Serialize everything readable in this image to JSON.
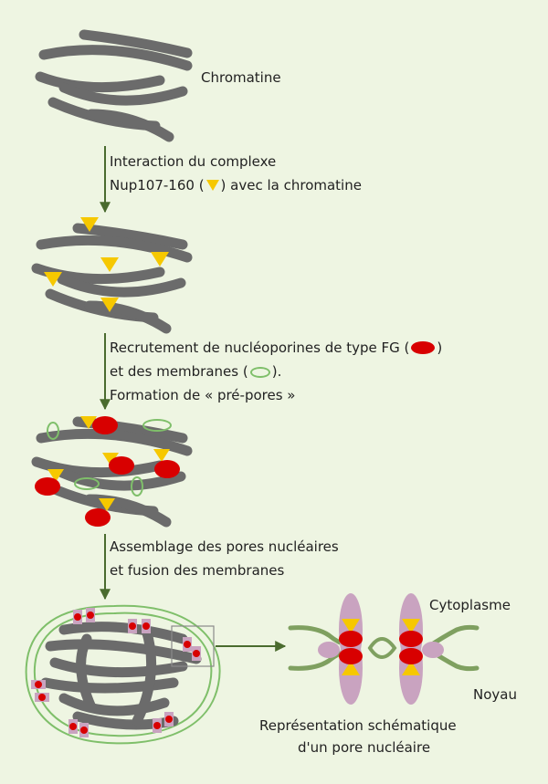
{
  "labels": {
    "chromatine": "Chromatine",
    "step1_line1": "Interaction du complexe",
    "step1_line2_pre": "Nup107-160 (",
    "step1_line2_post": ") avec la chromatine",
    "step2_line1_pre": "Recrutement de nucléoporines de type FG (",
    "step2_line1_post": ")",
    "step2_line2_pre": "et des membranes (",
    "step2_line2_post": ").",
    "step2_line3": "Formation de « pré-pores »",
    "step3_line1": "Assemblage des pores nucléaires",
    "step3_line2": "et fusion des membranes",
    "cytoplasme": "Cytoplasme",
    "noyau": "Noyau",
    "caption_line1": "Représentation schématique",
    "caption_line2": "d'un pore nucléaire"
  },
  "colors": {
    "background": "#eef5e2",
    "chromatin": "#6b6b6b",
    "nup107": "#f6c800",
    "fg_nup": "#d80000",
    "membrane": "#7fbf6a",
    "arrow": "#4a6b2e",
    "pore_pink": "#c9a3c0"
  }
}
